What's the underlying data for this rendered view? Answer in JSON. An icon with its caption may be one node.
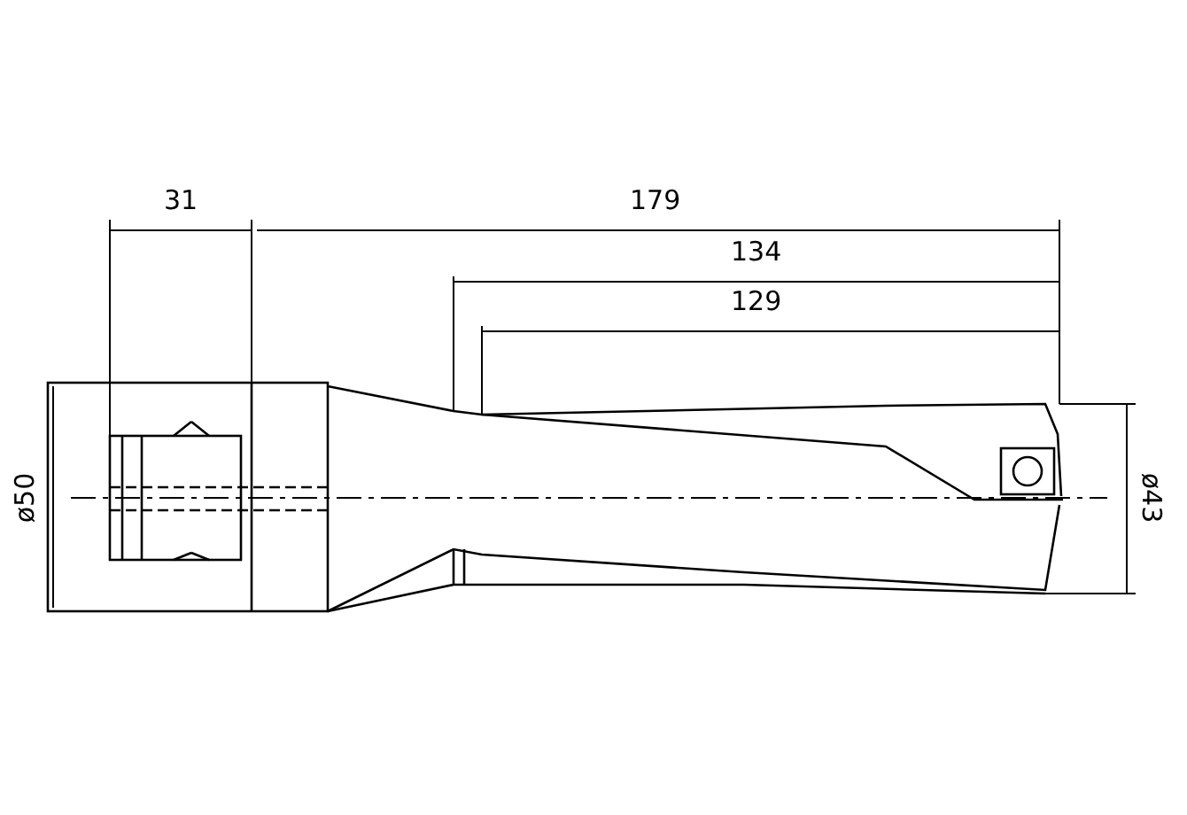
{
  "diagram": {
    "labels": [
      "31",
      "179",
      "134",
      "129",
      "ø50",
      "ø43"
    ]
  }
}
